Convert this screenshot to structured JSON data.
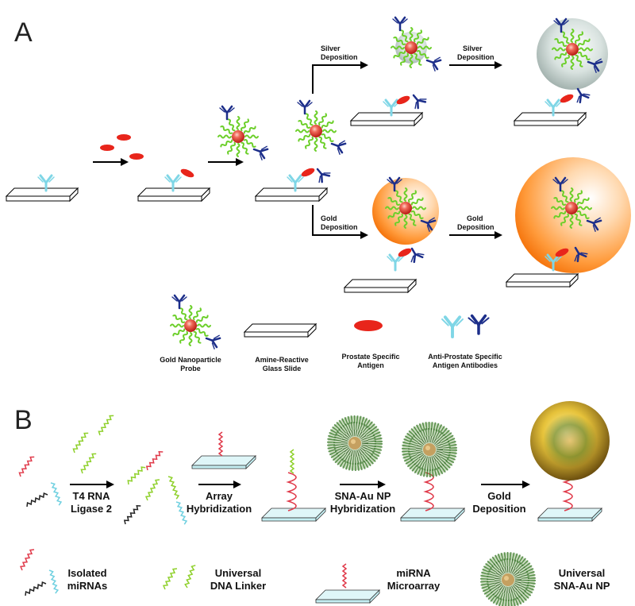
{
  "panel_a": {
    "letter": "A",
    "arrows": {
      "silver_top": [
        "Silver",
        "Deposition"
      ],
      "silver_right": [
        "Silver",
        "Deposition"
      ],
      "gold_bottom": [
        "Gold",
        "Deposition"
      ],
      "gold_right": [
        "Gold",
        "Deposition"
      ]
    },
    "legend": {
      "probe": [
        "Gold Nanoparticle",
        "Probe"
      ],
      "slide": [
        "Amine-Reactive",
        "Glass Slide"
      ],
      "antigen": [
        "Prostate Specific",
        "Antigen"
      ],
      "antibodies": [
        "Anti-Prostate Specific",
        "Antigen Antibodies"
      ]
    }
  },
  "panel_b": {
    "letter": "B",
    "steps": {
      "ligase": [
        "T4 RNA",
        "Ligase 2"
      ],
      "array": [
        "Array",
        "Hybridization"
      ],
      "sna": [
        "SNA-Au NP",
        "Hybridization"
      ],
      "gold": [
        "Gold",
        "Deposition"
      ]
    },
    "legend": {
      "mirnas": [
        "Isolated",
        "miRNAs"
      ],
      "linker": [
        "Universal",
        "DNA Linker"
      ],
      "microarray": [
        "miRNA",
        "Microarray"
      ],
      "snanp": [
        "Universal",
        "SNA-Au NP"
      ]
    }
  }
}
